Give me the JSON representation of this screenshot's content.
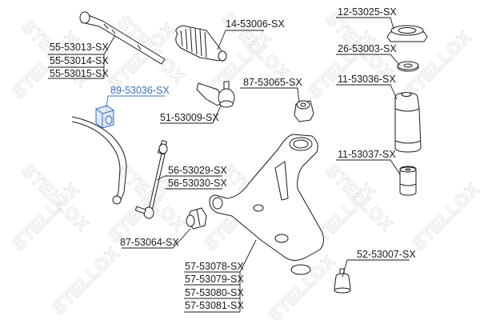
{
  "diagram": {
    "type": "exploded parts diagram",
    "watermark": "STELLOX",
    "accent_color": "#3a6fb5",
    "line_color": "#1a1a1a",
    "highlighted_part": "89-53036-SX",
    "parts": [
      {
        "id": "tie_rod",
        "name": "inner tie rod",
        "labels": [
          "55-53013-SX",
          "55-53014-SX",
          "55-53015-SX"
        ]
      },
      {
        "id": "boot",
        "name": "steering rack boot",
        "labels": [
          "14-53006-SX"
        ]
      },
      {
        "id": "tie_rod_end",
        "name": "tie rod end",
        "labels": [
          "51-53009-SX"
        ]
      },
      {
        "id": "stab_bushing",
        "name": "stabilizer bushing",
        "labels": [
          "89-53036-SX"
        ]
      },
      {
        "id": "stab_link",
        "name": "stabilizer link",
        "labels": [
          "56-53029-SX",
          "56-53030-SX"
        ]
      },
      {
        "id": "arm_bushing_front",
        "name": "control arm bushing front",
        "labels": [
          "87-53064-SX"
        ]
      },
      {
        "id": "arm_bushing_rear",
        "name": "control arm bushing rear",
        "labels": [
          "87-53065-SX"
        ]
      },
      {
        "id": "control_arm",
        "name": "lower control arm",
        "labels": [
          "57-53078-SX",
          "57-53079-SX",
          "57-53080-SX",
          "57-53081-SX"
        ]
      },
      {
        "id": "strut_mount",
        "name": "strut mount",
        "labels": [
          "12-53025-SX"
        ]
      },
      {
        "id": "strut_bearing",
        "name": "strut bearing",
        "labels": [
          "26-53003-SX"
        ]
      },
      {
        "id": "dust_boot",
        "name": "strut dust boot",
        "labels": [
          "11-53036-SX"
        ]
      },
      {
        "id": "bump_stop",
        "name": "bump stop",
        "labels": [
          "11-53037-SX"
        ]
      },
      {
        "id": "ball_joint",
        "name": "ball joint",
        "labels": [
          "52-53007-SX"
        ]
      }
    ]
  },
  "labels": {
    "l55_13": "55-53013-SX",
    "l55_14": "55-53014-SX",
    "l55_15": "55-53015-SX",
    "l14": "14-53006-SX",
    "l51": "51-53009-SX",
    "l89": "89-53036-SX",
    "l56_29": "56-53029-SX",
    "l56_30": "56-53030-SX",
    "l87_64": "87-53064-SX",
    "l87_65": "87-53065-SX",
    "l57_78": "57-53078-SX",
    "l57_79": "57-53079-SX",
    "l57_80": "57-53080-SX",
    "l57_81": "57-53081-SX",
    "l12": "12-53025-SX",
    "l26": "26-53003-SX",
    "l11_36": "11-53036-SX",
    "l11_37": "11-53037-SX",
    "l52": "52-53007-SX"
  },
  "watermark_text": "STELLOX"
}
